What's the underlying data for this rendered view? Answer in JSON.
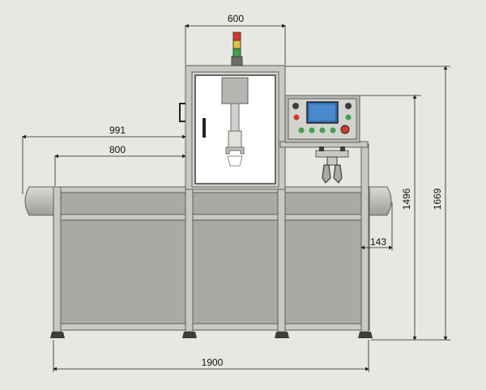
{
  "dimensions": {
    "top_width": "600",
    "left_overhang": "991",
    "left_frame": "800",
    "right_height_upper": "1496",
    "right_height_total": "1669",
    "panel_offset": "143",
    "overall_width": "1900"
  },
  "colors": {
    "background": "#e7e8e3",
    "frame": "#b9bab5",
    "frame_dark": "#5d5e5a",
    "panel_fill": "#a9aaa5",
    "cabinet_window": "#ffffff",
    "screen": "#2f6fb2",
    "light_red": "#d9352b",
    "light_yellow": "#e3c23b",
    "light_green": "#3aa64a"
  },
  "icons": [
    "signal-tower-icon",
    "gripper-icon",
    "control-panel-icon"
  ]
}
